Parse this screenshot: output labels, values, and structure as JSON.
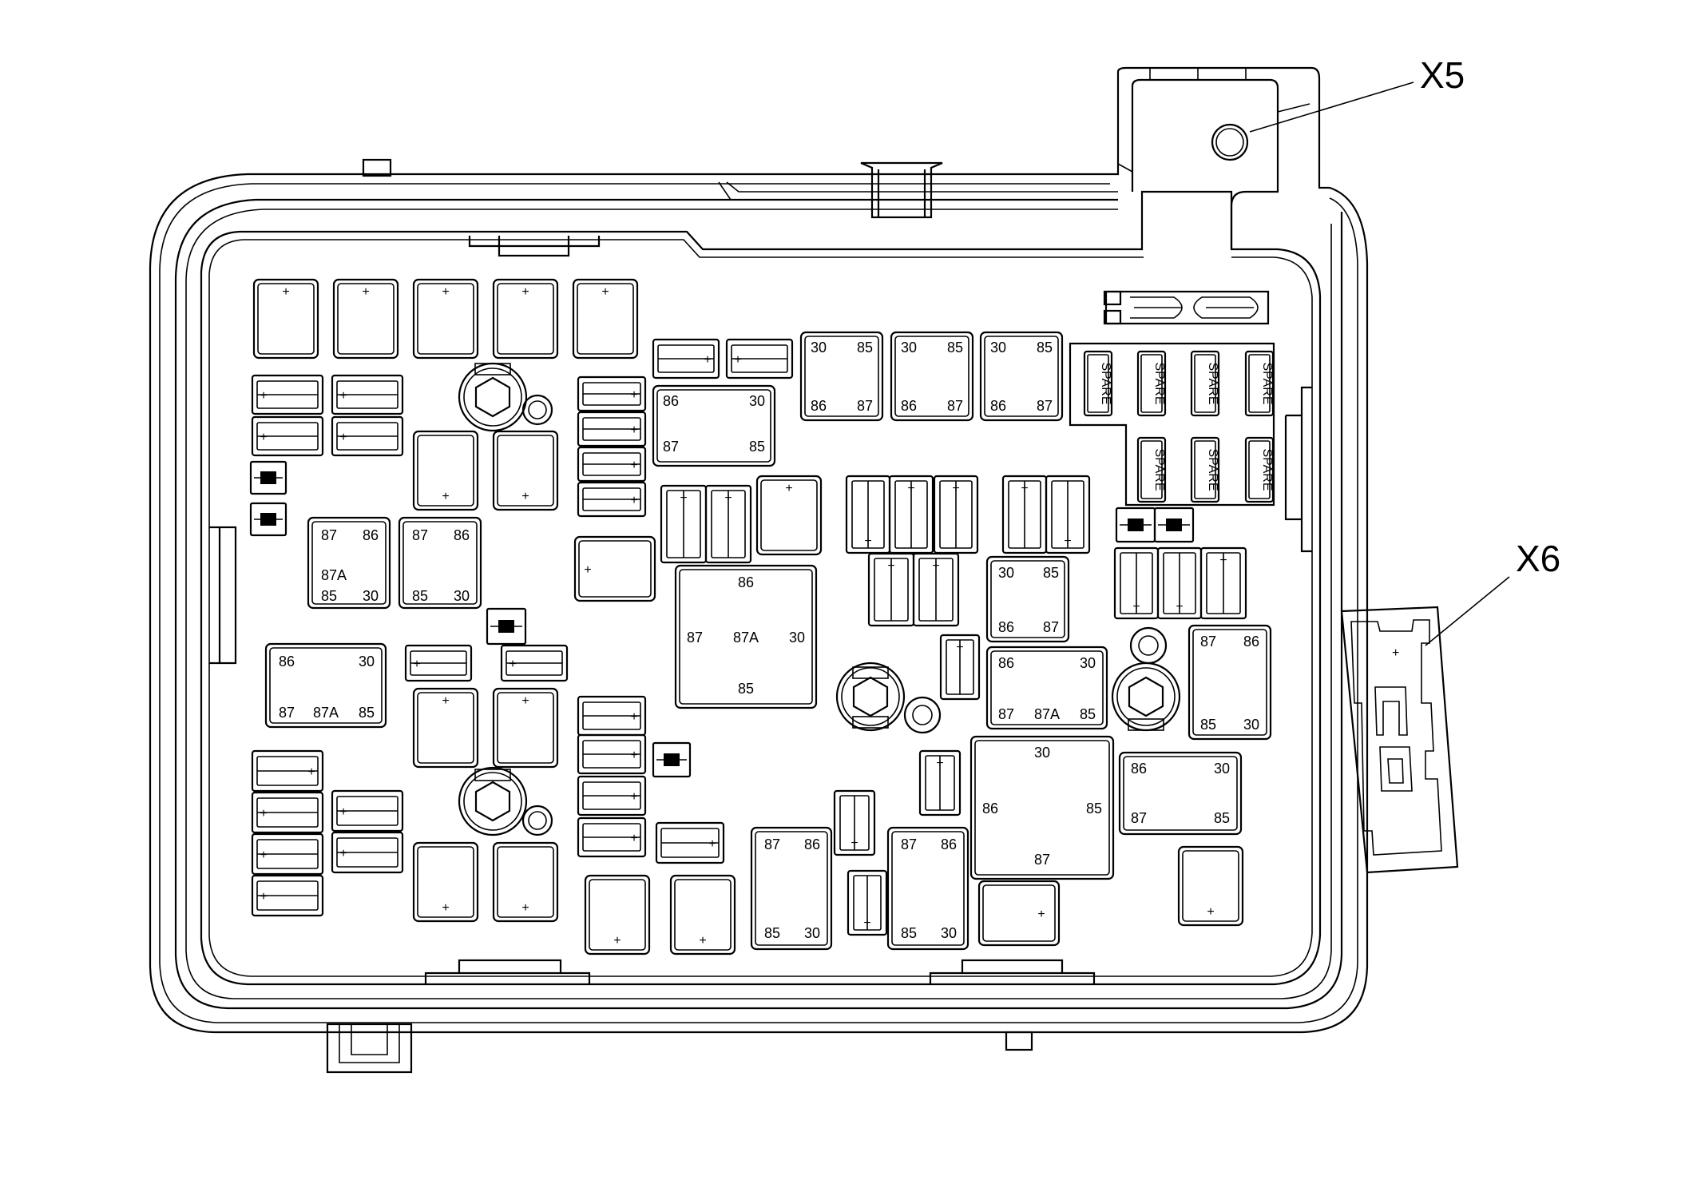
{
  "diagram": {
    "callouts": [
      {
        "id": "x5",
        "label": "X5"
      },
      {
        "id": "x6",
        "label": "X6"
      }
    ],
    "pins": {
      "p30": "30",
      "p85": "85",
      "p86": "86",
      "p87": "87",
      "p87a": "87A"
    },
    "plus": "+",
    "spare": "SPARE",
    "colors": {
      "line": "#000000",
      "background": "#ffffff"
    }
  }
}
